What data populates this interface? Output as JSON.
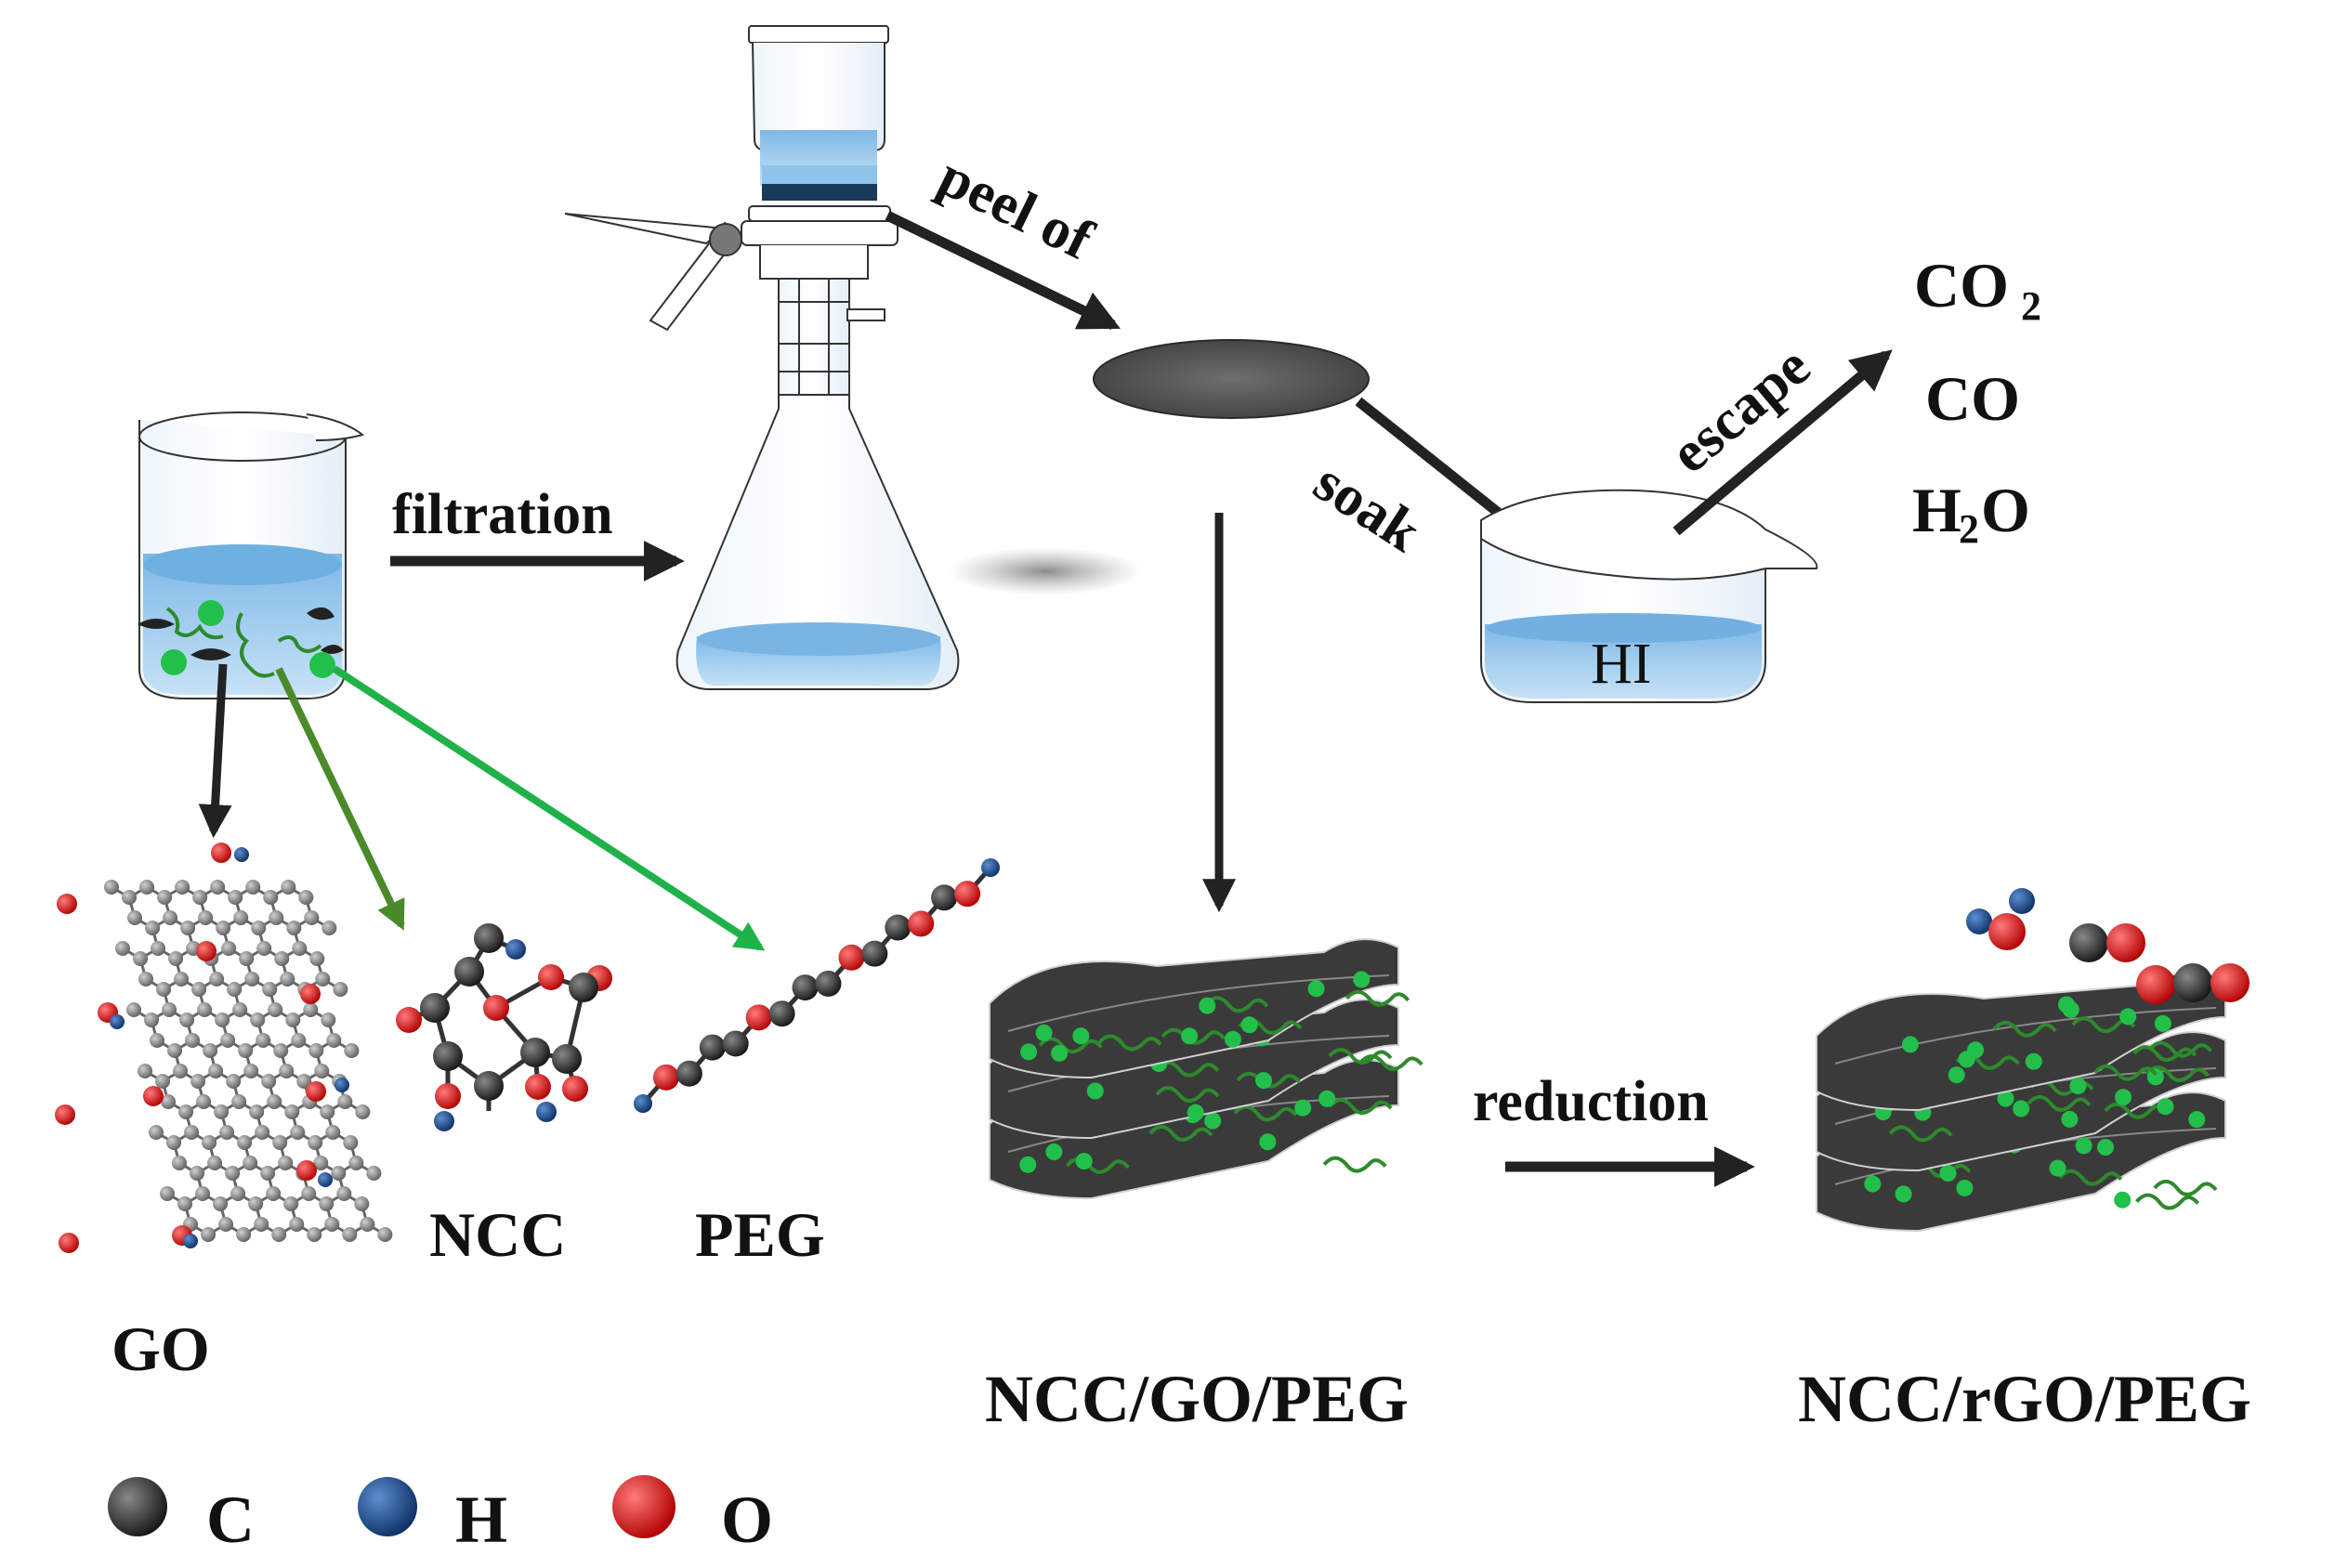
{
  "labels": {
    "filtration": "filtration",
    "peel": "peel of",
    "soak": "soak",
    "escape": "escape",
    "hi": "HI",
    "gas_co2": "CO",
    "gas_co2_sub": "2",
    "gas_co": "CO",
    "gas_h2o_h": "H",
    "gas_h2o_sub": "2",
    "gas_h2o_o": "O",
    "go": "GO",
    "ncc": "NCC",
    "peg": "PEG",
    "composite": "NCC/GO/PEG",
    "reduction": "reduction",
    "reduced": "NCC/rGO/PEG"
  },
  "legend": [
    {
      "symbol": "C",
      "color": "#222222"
    },
    {
      "symbol": "H",
      "color": "#1f4e8c"
    },
    {
      "symbol": "O",
      "color": "#e01010"
    }
  ],
  "colors": {
    "carbon": "#222222",
    "hydrogen": "#1f4e8c",
    "oxygen": "#e01010",
    "go_carbon": "#8a8a8a",
    "water": "#8fc4ea",
    "nanocellulose": "#22c04a",
    "peg_chain": "#2d8a2d",
    "sheet": "#3a3a3a"
  }
}
